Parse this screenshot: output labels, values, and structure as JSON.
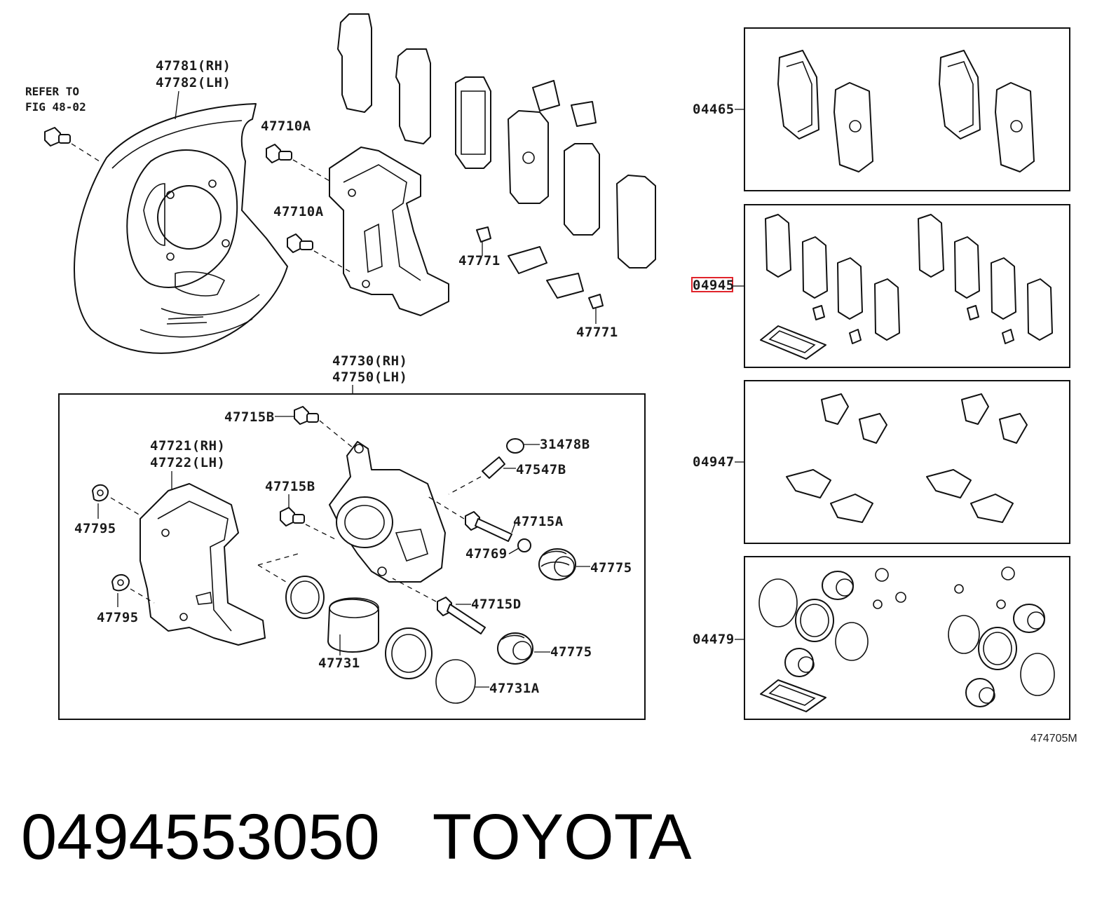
{
  "callouts": {
    "refer_line1": "REFER TO",
    "refer_line2": "FIG 48-02",
    "p47781": "47781(RH)",
    "p47782": "47782(LH)",
    "p47710a_1": "47710A",
    "p47710a_2": "47710A",
    "p47771_1": "47771",
    "p47771_2": "47771",
    "p47730": "47730(RH)",
    "p47750": "47750(LH)",
    "p47715b_1": "47715B",
    "p47715b_2": "47715B",
    "p31478b": "31478B",
    "p47547b": "47547B",
    "p47721": "47721(RH)",
    "p47722": "47722(LH)",
    "p47795_1": "47795",
    "p47795_2": "47795",
    "p47715a": "47715A",
    "p47769": "47769",
    "p47775_1": "47775",
    "p47775_2": "47775",
    "p47715d": "47715D",
    "p47731": "47731",
    "p47731a": "47731A"
  },
  "kits": {
    "k04465": "04465",
    "k04945": "04945",
    "k04947": "04947",
    "k04479": "04479"
  },
  "highlight": {
    "label": "04945",
    "color": "#e0242b"
  },
  "figure_code": "474705M",
  "footer": {
    "part_number": "0494553050",
    "brand": "TOYOTA"
  }
}
